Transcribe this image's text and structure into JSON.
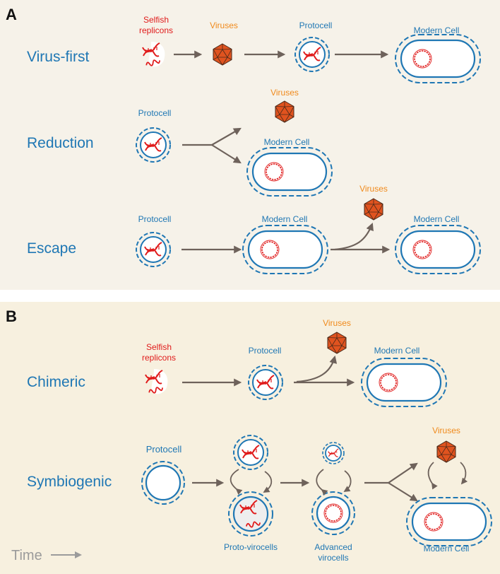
{
  "panel_a": {
    "letter": "A",
    "rows": {
      "virus_first": "Virus-first",
      "reduction": "Reduction",
      "escape": "Escape"
    }
  },
  "panel_b": {
    "letter": "B",
    "rows": {
      "chimeric": "Chimeric",
      "symbiogenic": "Symbiogenic"
    }
  },
  "labels": {
    "selfish_line1": "Selfish",
    "selfish_line2": "replicons",
    "viruses": "Viruses",
    "protocell": "Protocell",
    "modern_cell": "Modern Cell",
    "proto_virocells": "Proto-virocells",
    "advanced_line1": "Advanced",
    "advanced_line2": "virocells",
    "time": "Time"
  },
  "colors": {
    "blue": "#1f77b4",
    "red": "#e01b1b",
    "orange": "#f08a1c",
    "virus_fill": "#e0531f",
    "arrow": "#6e625b"
  }
}
